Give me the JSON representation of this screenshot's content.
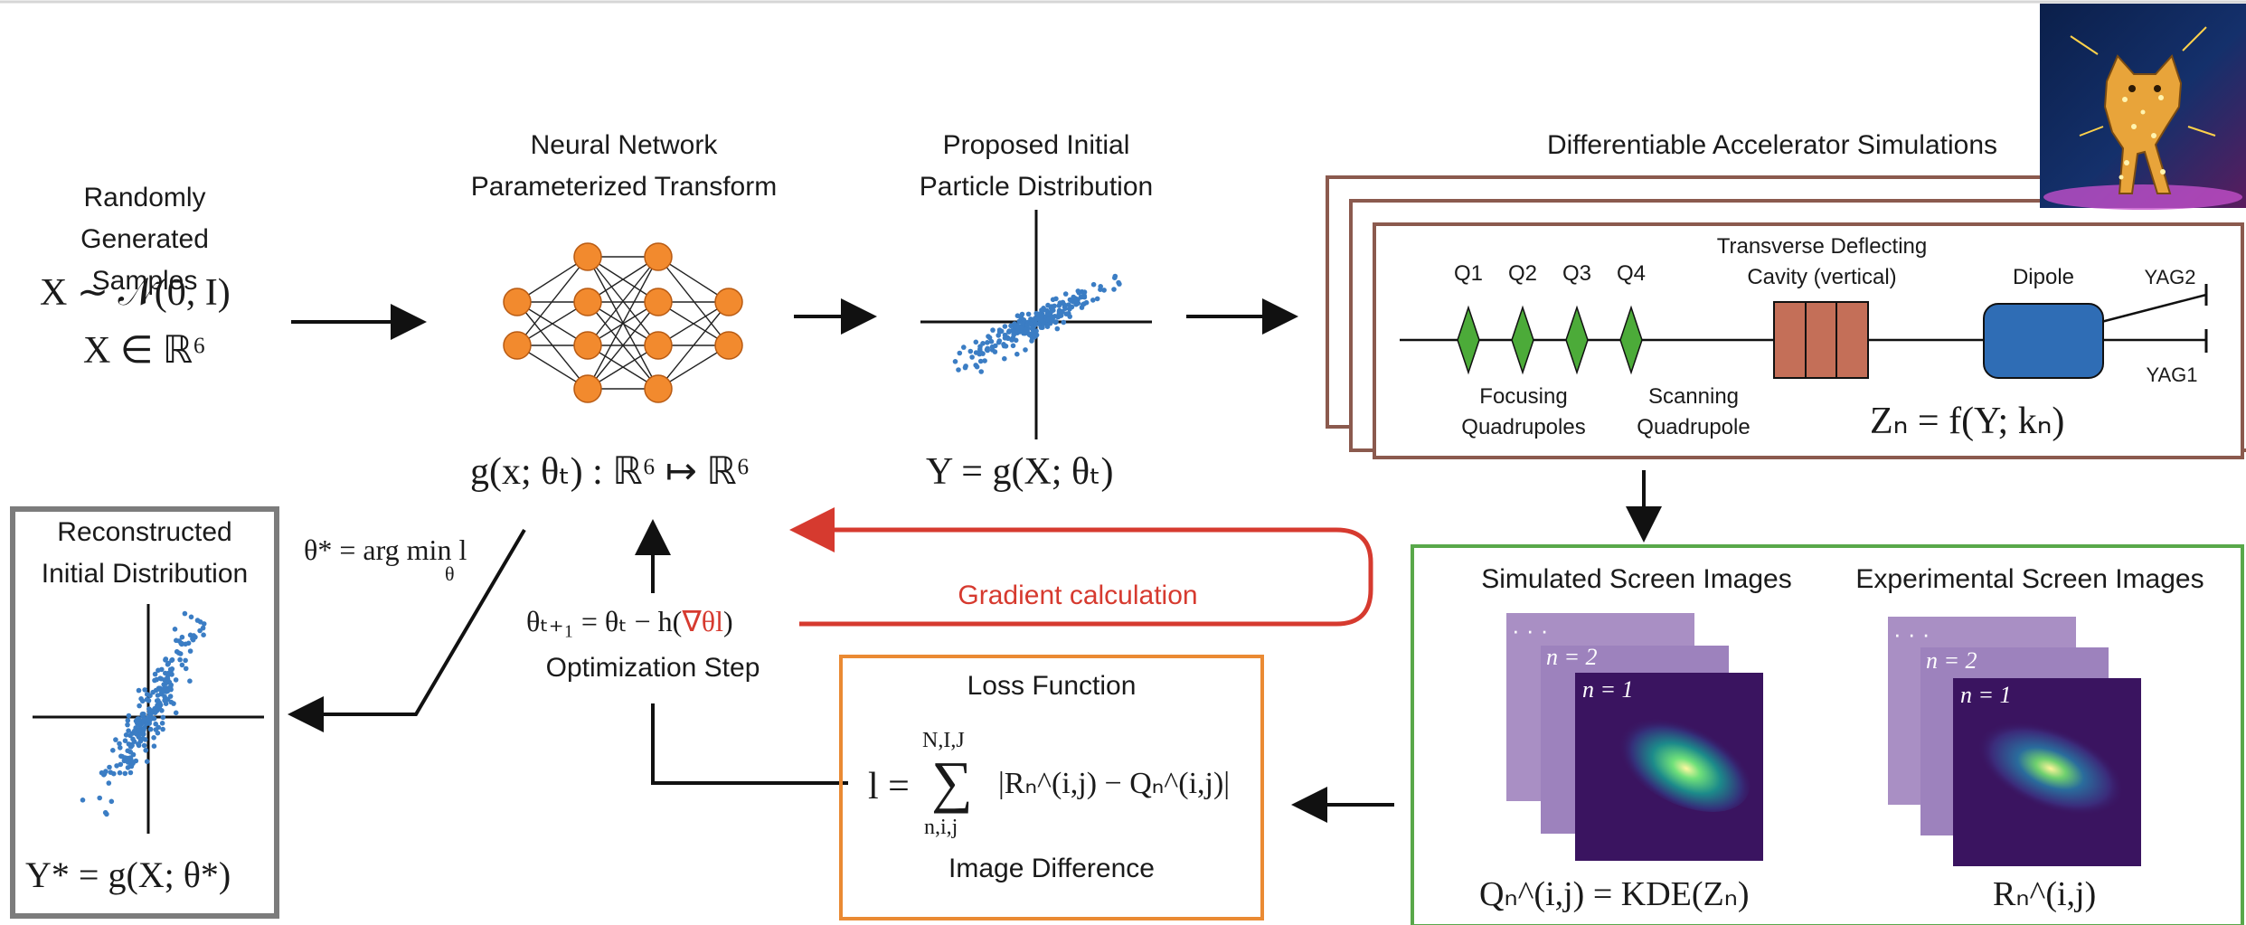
{
  "input": {
    "title": "Randomly Generated Samples",
    "eq1": "X ∼ 𝒩(0, I)",
    "eq2": "X ∈ ℝ⁶"
  },
  "nn": {
    "title_line1": "Neural Network",
    "title_line2": "Parameterized Transform",
    "eq": "g(x; θₜ) : ℝ⁶ ↦ ℝ⁶"
  },
  "proposed": {
    "title_line1": "Proposed Initial",
    "title_line2": "Particle Distribution",
    "eq": "Y = g(X; θₜ)"
  },
  "sim": {
    "title": "Differentiable Accelerator Simulations",
    "quads": [
      "Q1",
      "Q2",
      "Q3",
      "Q4"
    ],
    "tdc_label_line1": "Transverse Deflecting",
    "tdc_label_line2": "Cavity (vertical)",
    "dipole_label": "Dipole",
    "yag2": "YAG2",
    "yag1": "YAG1",
    "focusing_line1": "Focusing",
    "focusing_line2": "Quadrupoles",
    "scanning_line1": "Scanning",
    "scanning_line2": "Quadrupole",
    "eq": "Zₙ = f(Y; kₙ)"
  },
  "reconstructed": {
    "title_line1": "Reconstructed",
    "title_line2": "Initial Distribution",
    "eq": "Y* = g(X; θ*)"
  },
  "optimization": {
    "argmin": "θ* = arg min l",
    "argmin_sub": "θ",
    "update_eq_a": "θₜ₊₁ = θₜ − h(",
    "update_eq_grad": "∇θl",
    "update_eq_b": ")",
    "label": "Optimization Step",
    "gradient_label": "Gradient calculation"
  },
  "loss": {
    "title": "Loss Function",
    "sum_top": "N,I,J",
    "eq_left": "l =",
    "sum_symbol": "∑",
    "sum_bottom": "n,i,j",
    "eq_right": "|Rₙ^(i,j) − Qₙ^(i,j)|",
    "subtitle": "Image Difference"
  },
  "screens": {
    "sim_title": "Simulated Screen Images",
    "exp_title": "Experimental Screen Images",
    "dots": "· · ·",
    "n2": "n = 2",
    "n1": "n = 1",
    "sim_eq": "Qₙ^(i,j) = KDE(Zₙ)",
    "exp_eq": "Rₙ^(i,j)"
  },
  "colors": {
    "orange_node": "#f28a2e",
    "green_quad": "#4cab39",
    "tdc": "#c46f58",
    "dipole": "#2f6db5",
    "sim_frame": "#8b5a4e",
    "screens_frame": "#59a84a",
    "loss_frame": "#ea8a33",
    "recon_frame": "#7c7c7c",
    "gradient": "#d63a2f",
    "scatter": "#3b7dc4"
  }
}
